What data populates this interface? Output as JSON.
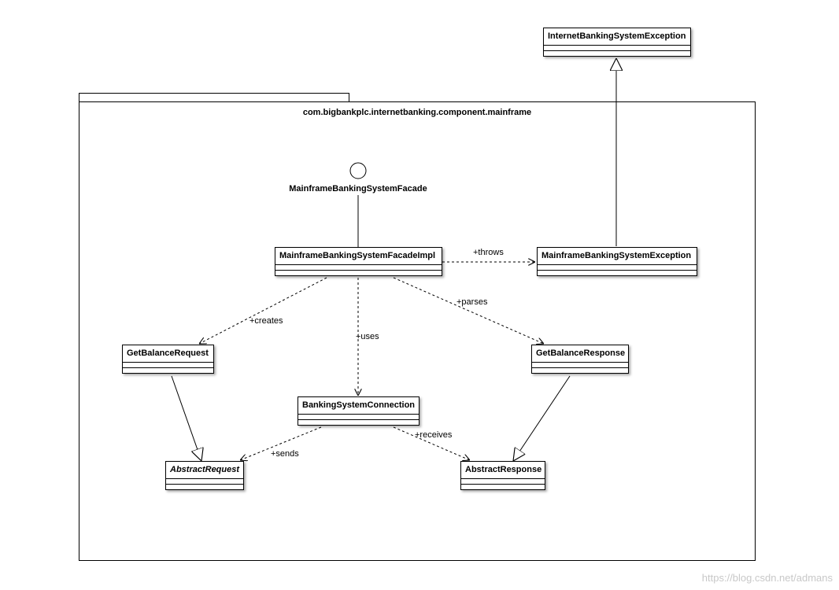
{
  "package": {
    "name": "com.bigbankplc.internetbanking.component.mainframe"
  },
  "interface": {
    "name": "MainframeBankingSystemFacade"
  },
  "classes": {
    "internet_exception": {
      "name": "InternetBankingSystemException",
      "abstract": false
    },
    "facade_impl": {
      "name": "MainframeBankingSystemFacadeImpl",
      "abstract": false
    },
    "mainframe_exception": {
      "name": "MainframeBankingSystemException",
      "abstract": false
    },
    "get_balance_request": {
      "name": "GetBalanceRequest",
      "abstract": false
    },
    "get_balance_response": {
      "name": "GetBalanceResponse",
      "abstract": false
    },
    "banking_connection": {
      "name": "BankingSystemConnection",
      "abstract": false
    },
    "abstract_request": {
      "name": "AbstractRequest",
      "abstract": true
    },
    "abstract_response": {
      "name": "AbstractResponse",
      "abstract": false
    }
  },
  "relations": {
    "throws": "+throws",
    "creates": "+creates",
    "uses": "+uses",
    "parses": "+parses",
    "sends": "+sends",
    "receives": "+receives"
  },
  "watermark": "https://blog.csdn.net/admans"
}
